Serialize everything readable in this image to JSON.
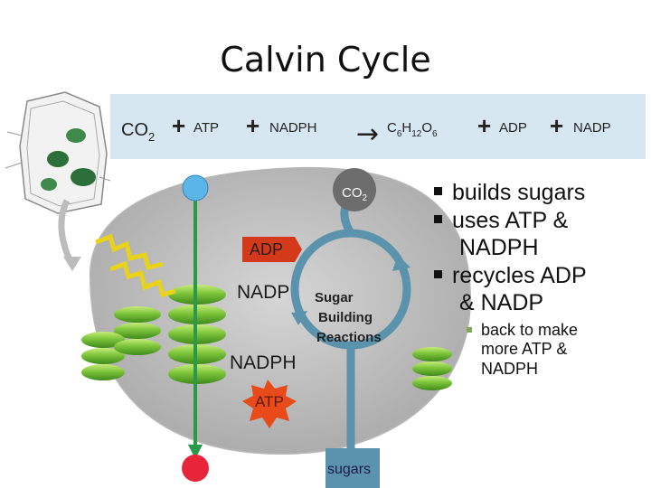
{
  "title": "Calvin Cycle",
  "equation": {
    "co2": "CO",
    "co2_sub": "2",
    "plus": "+",
    "atp": "ATP",
    "nadph": "NADPH",
    "arrow": "→",
    "glucose": {
      "c": "C",
      "c_sub": "6",
      "h": "H",
      "h_sub": "12",
      "o": "O",
      "o_sub": "6"
    },
    "adp": "ADP",
    "nadp": "NADP"
  },
  "diagram": {
    "co2_label": "CO",
    "co2_sub": "2",
    "adp": "ADP",
    "nadp": "NADP",
    "nadph": "NADPH",
    "atp": "ATP",
    "reactions": [
      "Sugar",
      "Building",
      "Reactions"
    ],
    "sugars": "sugars"
  },
  "bullets": [
    {
      "text": "builds sugars",
      "level": 1
    },
    {
      "text": "uses ATP &",
      "level": 1
    },
    {
      "text": "NADPH",
      "level": 1,
      "continuation": true
    },
    {
      "text": "recycles ADP",
      "level": 1
    },
    {
      "text": "& NADP",
      "level": 1,
      "continuation": true
    }
  ],
  "sub_bullet": [
    "back to make",
    "more ATP &",
    "NADPH"
  ],
  "colors": {
    "band": "#d7e7f1",
    "stroma": "#c9c9c9",
    "cycle": "#5b93ad",
    "thylakoid": "#6dbb2a",
    "electron_line": "#2a9a4a",
    "adp_box": "#d43a1a",
    "atp_burst": "#e84a1a"
  }
}
